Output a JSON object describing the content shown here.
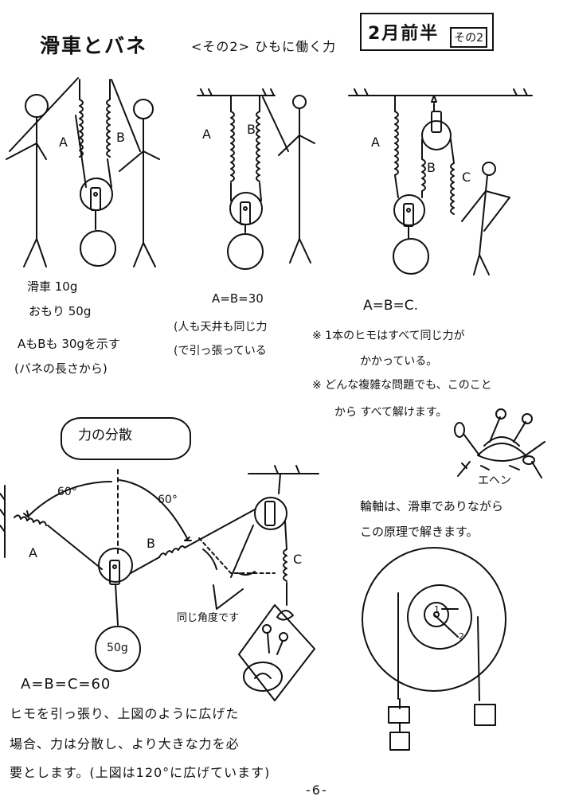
{
  "header": {
    "title": "滑車とバネ",
    "subtitle": "<その2> ひもに働く力",
    "badge_main": "2月前半",
    "badge_sub": "その2"
  },
  "fig1": {
    "label_a": "A",
    "label_b": "B",
    "line1": "滑車 10g",
    "line2": "おもり 50g",
    "line3": "AもBも 30gを示す",
    "line4": "(バネの長さから)"
  },
  "fig2": {
    "label_a": "A",
    "label_b": "B",
    "equation": "A=B=30",
    "note1": "(人も天井も同じ力",
    "note2": "(で引っ張っている"
  },
  "fig3": {
    "label_a": "A",
    "label_b": "B",
    "label_c": "C",
    "equation": "A=B=C.",
    "note1": "※ 1本のヒモはすべて同じ力が",
    "note2": "かかっている。",
    "note3": "※ どんな複雑な問題でも、このこと",
    "note4": "から すべて解けます。"
  },
  "character": {
    "name": "エヘン"
  },
  "fig4": {
    "heading": "力の分散",
    "angle_left": "60°",
    "angle_right": "60°",
    "label_a": "A",
    "label_b": "B",
    "label_c": "C",
    "weight": "50g",
    "same_angle": "同じ角度です",
    "equation": "A=B=C=60",
    "body1": "ヒモを引っ張り、上図のように広げた",
    "body2": "場合、力は分散し、より大きな力を必",
    "body3": "要とします。(上図は120°に広げています)"
  },
  "wheel": {
    "text1": "輪軸は、滑車でありながら",
    "text2": "この原理で解きます。",
    "mark1": "1",
    "mark2": "2"
  },
  "footer": {
    "page": "-6-"
  }
}
